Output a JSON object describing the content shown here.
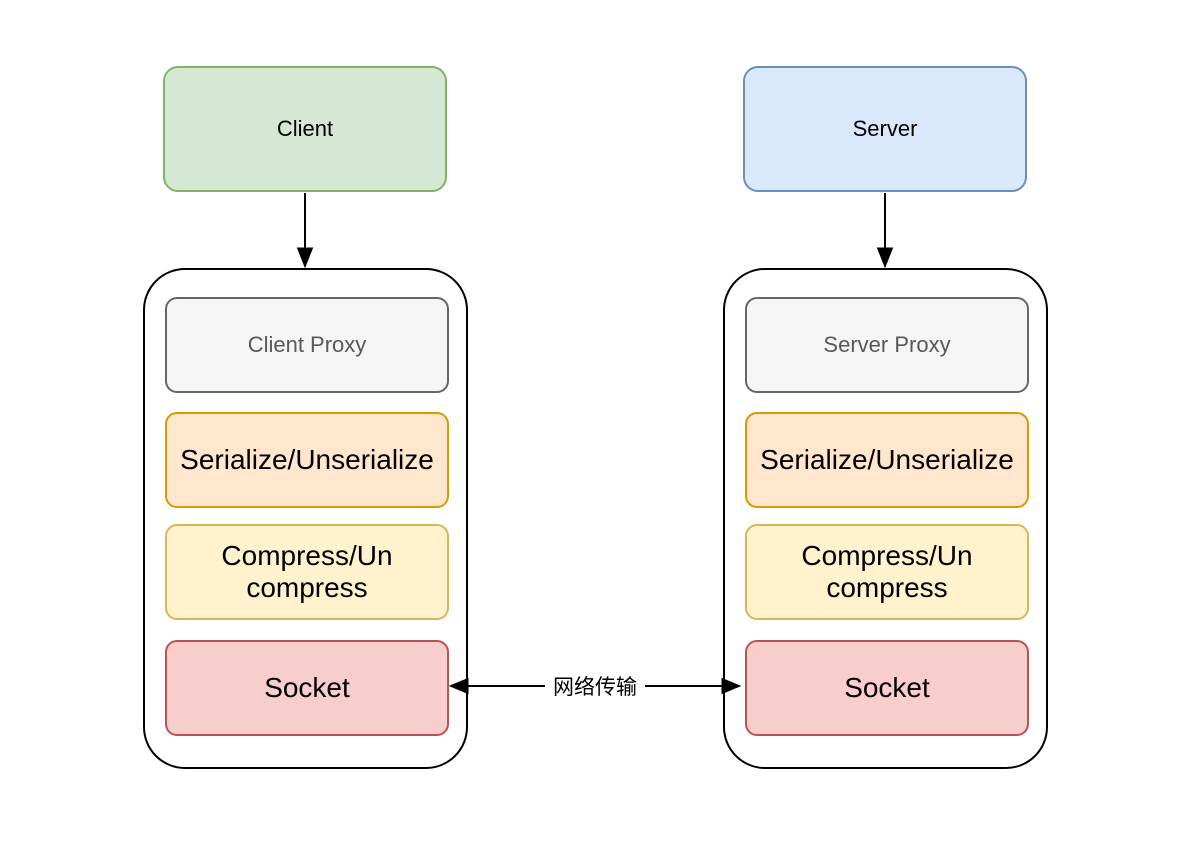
{
  "diagram": {
    "client_node": {
      "label": "Client",
      "fill": "#d5e8d4",
      "stroke": "#82b366"
    },
    "server_node": {
      "label": "Server",
      "fill": "#dae8fc",
      "stroke": "#6c8ebf"
    },
    "client_stack": {
      "layers": [
        {
          "label": "Client Proxy",
          "fill": "#f5f5f5",
          "stroke": "#666666",
          "text_color": "#595959"
        },
        {
          "label": "Serialize/Unserialize",
          "fill": "#ffe6cc",
          "stroke": "#d79b00",
          "text_color": "#000000"
        },
        {
          "label": "Compress/Un compress",
          "fill": "#fff2cc",
          "stroke": "#d6b656",
          "text_color": "#000000"
        },
        {
          "label": "Socket",
          "fill": "#f8cecc",
          "stroke": "#b85450",
          "text_color": "#000000"
        }
      ]
    },
    "server_stack": {
      "layers": [
        {
          "label": "Server Proxy",
          "fill": "#f5f5f5",
          "stroke": "#666666",
          "text_color": "#595959"
        },
        {
          "label": "Serialize/Unserialize",
          "fill": "#ffe6cc",
          "stroke": "#d79b00",
          "text_color": "#000000"
        },
        {
          "label": "Compress/Un compress",
          "fill": "#fff2cc",
          "stroke": "#d6b656",
          "text_color": "#000000"
        },
        {
          "label": "Socket",
          "fill": "#f8cecc",
          "stroke": "#b85450",
          "text_color": "#000000"
        }
      ]
    },
    "network_link": {
      "label": "网络传输"
    },
    "edge_color": "#000000",
    "background": "#ffffff"
  }
}
